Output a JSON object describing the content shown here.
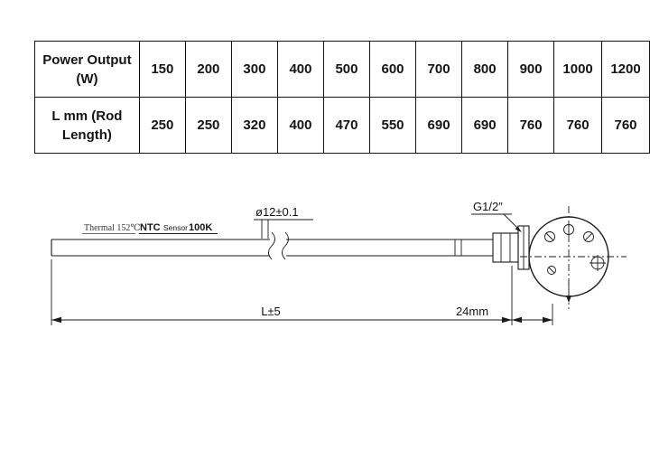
{
  "table": {
    "rows": [
      {
        "header": "Power Output (W)",
        "values": [
          "150",
          "200",
          "300",
          "400",
          "500",
          "600",
          "700",
          "800",
          "900",
          "1000",
          "1200"
        ]
      },
      {
        "header": "L mm (Rod Length)",
        "values": [
          "250",
          "250",
          "320",
          "400",
          "470",
          "550",
          "690",
          "690",
          "760",
          "760",
          "760"
        ]
      }
    ]
  },
  "diagram": {
    "labels": {
      "thermal": "Thermal 152℃",
      "ntc": "NTC",
      "ntc_sensor": "Sensor",
      "ntc_value": "100K",
      "diameter": "ø12±0.1",
      "thread": "G1/2″",
      "length_dim": "L±5",
      "fitting_dim": "24mm"
    },
    "colors": {
      "line": "#1a1a1a",
      "text": "#141414"
    }
  }
}
